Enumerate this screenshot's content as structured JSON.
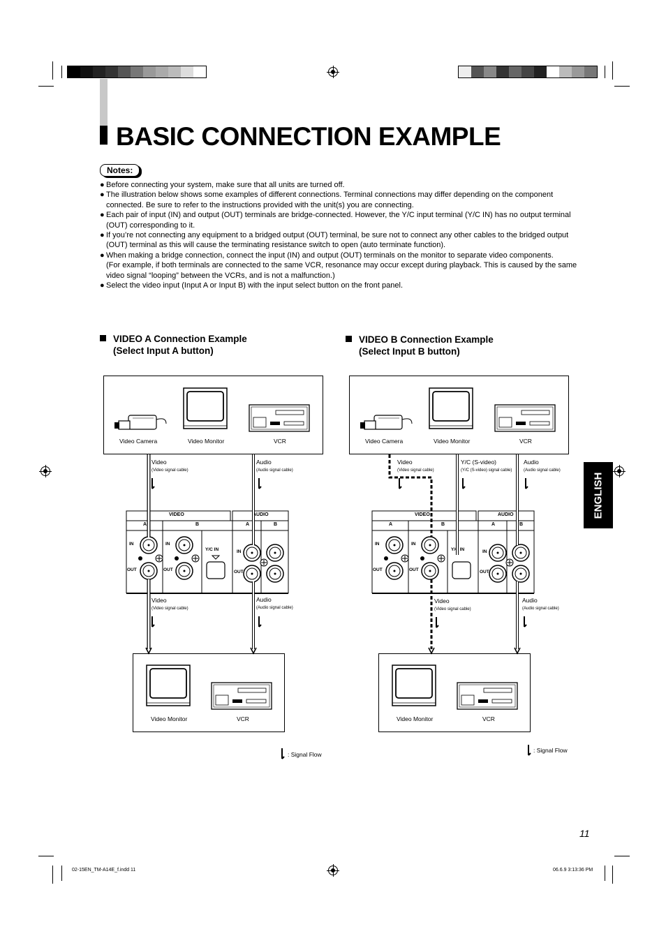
{
  "title": "BASIC CONNECTION EXAMPLE",
  "notes_label": "Notes:",
  "notes": [
    "Before connecting your system, make sure that all units are turned off.",
    "The illustration below shows some examples of different connections. Terminal connections may differ depending on the component connected. Be sure to refer to the instructions provided with the unit(s) you are connecting.",
    "Each pair of input (IN) and output (OUT) terminals are bridge-connected. However, the Y/C input terminal (Y/C IN) has no output terminal (OUT) corresponding to it.",
    "If you’re not connecting any equipment to a bridged output (OUT) terminal, be sure not to connect any other cables to the bridged output (OUT) terminal as this will cause the terminating resistance switch to open (auto terminate function).",
    "When making a bridge connection, connect the input (IN) and output (OUT) terminals on the monitor to separate video components.\n(For example, if both terminals are connected to the same VCR, resonance may occur except during playback. This is caused by the same video signal “looping” between the VCRs, and is not a malfunction.)",
    "Select the video input (Input A or Input B) with the input select button on the front panel."
  ],
  "section_a": {
    "line1": "VIDEO A Connection Example",
    "line2": "(Select Input A button)"
  },
  "section_b": {
    "line1": "VIDEO B Connection Example",
    "line2": "(Select Input B button)"
  },
  "devices": {
    "camera": "Video Camera",
    "monitor": "Video Monitor",
    "vcr": "VCR"
  },
  "cables": {
    "video": "Video",
    "video_cable": "(Video signal cable)",
    "audio": "Audio",
    "audio_cable": "(Audio signal cable)",
    "yc": "Y/C (S-video)",
    "yc_cable": "(Y/C (S-video) signal cable)"
  },
  "panel": {
    "video": "VIDEO",
    "audio": "AUDIO",
    "a": "A",
    "b": "B",
    "in": "IN",
    "out": "OUT",
    "yc_in": "Y/C IN"
  },
  "signal_flow": ": Signal Flow",
  "english_tab": "ENGLISH",
  "page_number": "11",
  "footer_left": "02-15EN_TM-A14E_f.indd   11",
  "footer_right": "06.6.9   3:13:36 PM",
  "colors": {
    "bar_gray": "#c8c8c8",
    "ink": "#000000"
  }
}
